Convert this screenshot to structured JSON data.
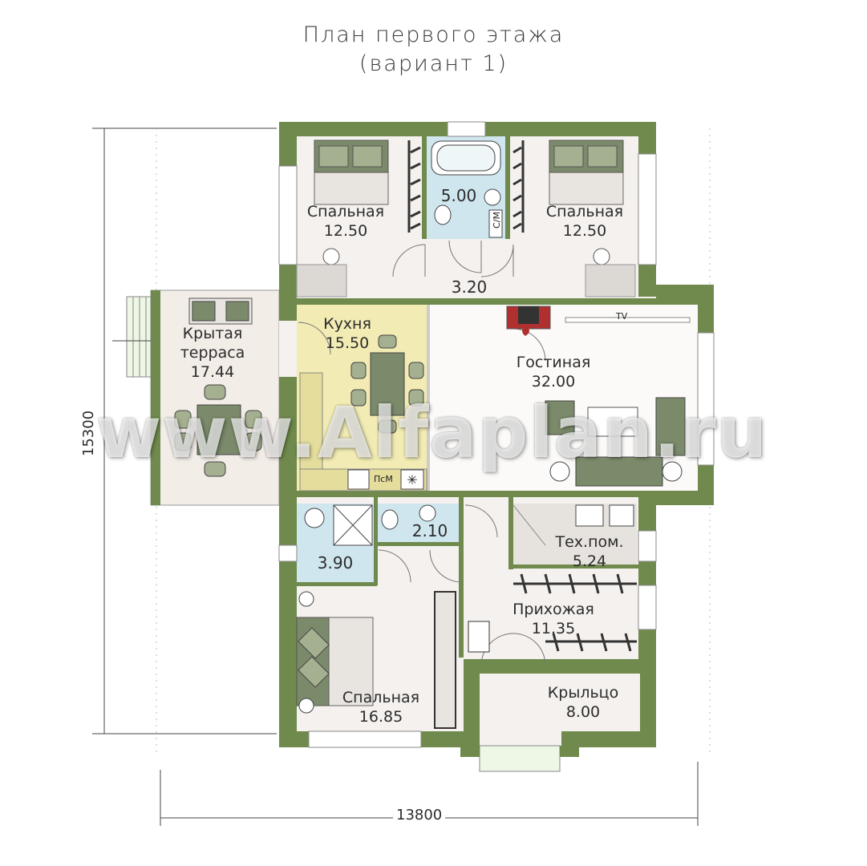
{
  "title": {
    "line1": "План первого этажа",
    "line2": "(вариант 1)"
  },
  "rooms": {
    "bed_tl": {
      "name": "Спальная",
      "area": "12.50"
    },
    "bath_top": {
      "area": "5.00"
    },
    "bed_tr": {
      "name": "Спальная",
      "area": "12.50"
    },
    "hall_top": {
      "area": "3.20"
    },
    "terrace": {
      "name": "Крытая терраса",
      "line1": "Крытая",
      "line2": "терраса",
      "area": "17.44"
    },
    "kitchen": {
      "name": "Кухня",
      "area": "15.50"
    },
    "living": {
      "name": "Гостиная",
      "area": "32.00"
    },
    "bath_small": {
      "area": "2.10"
    },
    "shower": {
      "area": "3.90"
    },
    "tech": {
      "name": "Тех.пом.",
      "area": "5.24"
    },
    "entry": {
      "name": "Прихожая",
      "area": "11.35"
    },
    "bed_bl": {
      "name": "Спальная",
      "area": "16.85"
    },
    "porch": {
      "name": "Крыльцо",
      "area": "8.00"
    }
  },
  "labels": {
    "tv": "TV",
    "washer": "С/М",
    "dishwasher": "ПсМ"
  },
  "dimensions": {
    "width": "13800",
    "height": "15300"
  },
  "watermark": "www.Alfaplan.ru",
  "colors": {
    "wall": "#6f8a4c",
    "floor": "#f4f1ee",
    "kitchen": "#f2ecb4",
    "bath": "#cfe6ee",
    "tech": "#e6e2de",
    "furniture": "#6f7d5a"
  }
}
